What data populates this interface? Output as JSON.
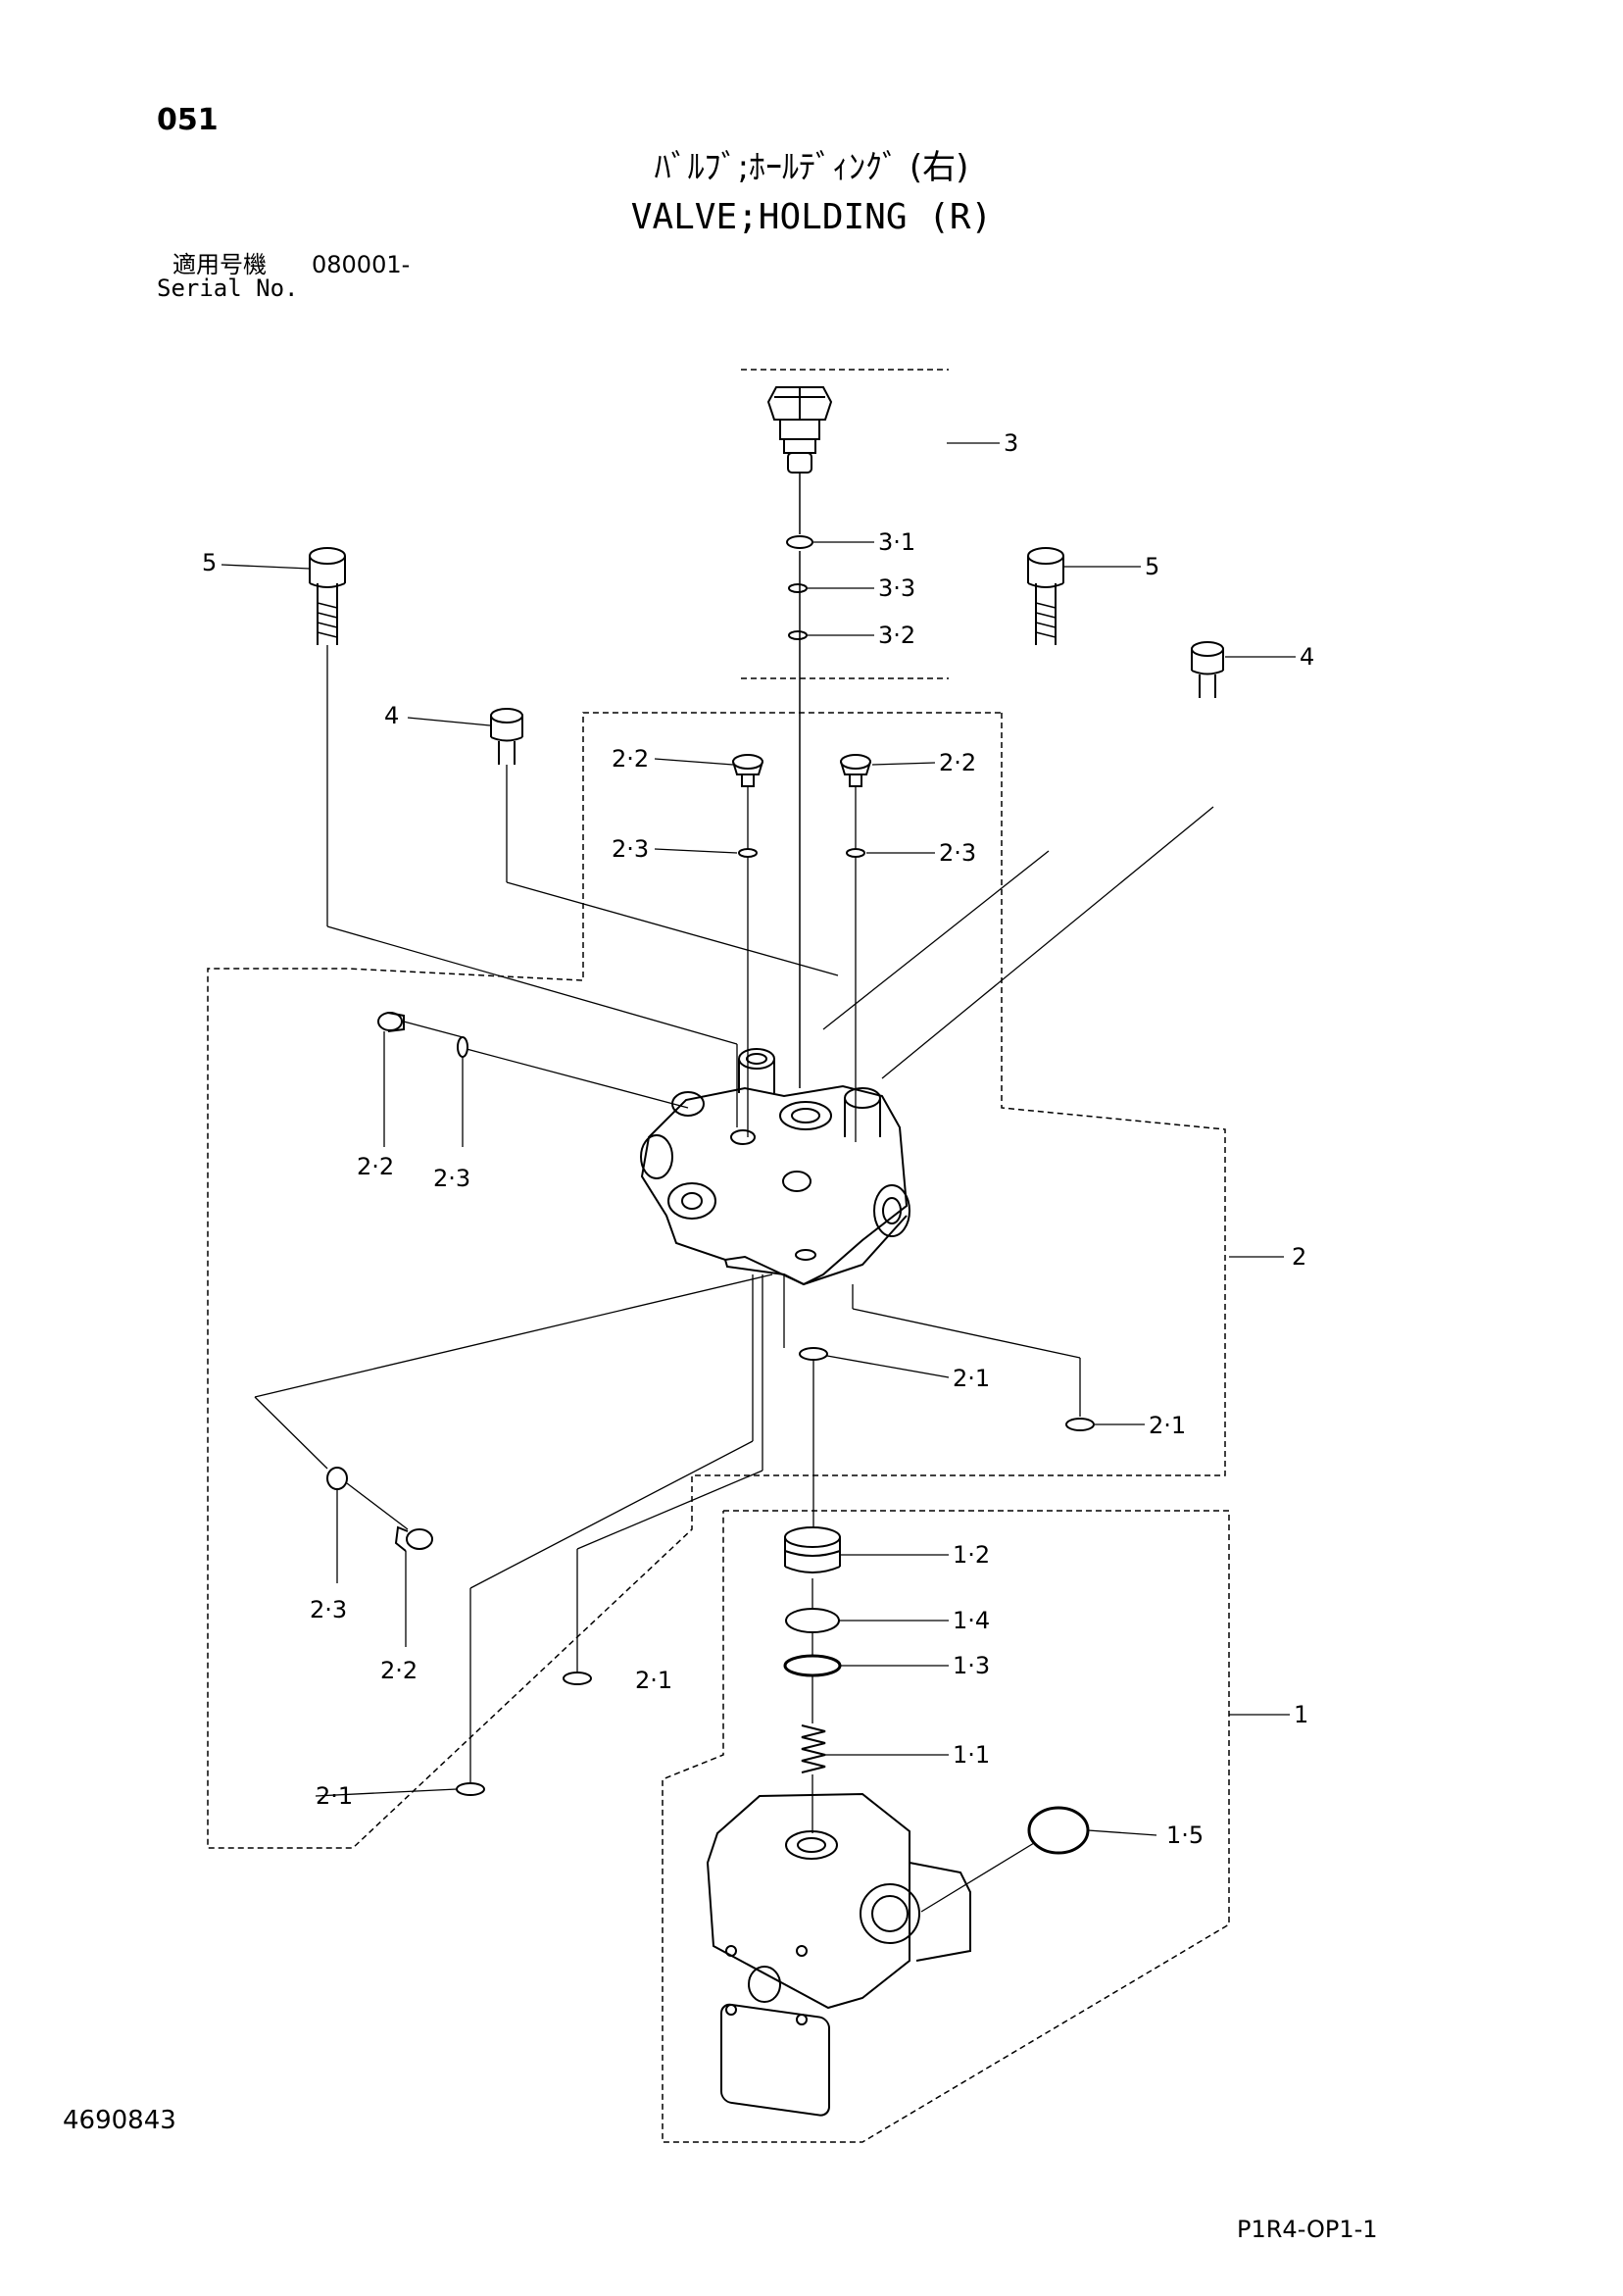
{
  "header": {
    "page_number": "051",
    "title_jp": "ﾊﾞﾙﾌﾞ;ﾎｰﾙﾃﾞｨﾝｸﾞ (右)",
    "title_en": "VALVE;HOLDING (R)",
    "serial_label_jp": "適用号機",
    "serial_value": "080001-",
    "serial_label_en": "Serial No."
  },
  "footer": {
    "document_id": "4690843",
    "sheet_code": "P1R4-OP1-1"
  },
  "callouts": {
    "c3": "3",
    "c3_1": "3·1",
    "c3_3": "3·3",
    "c3_2": "3·2",
    "c5_left": "5",
    "c5_right": "5",
    "c4_right": "4",
    "c4_left": "4",
    "c2_2_a": "2·2",
    "c2_2_b": "2·2",
    "c2_3_a": "2·3",
    "c2_3_b": "2·3",
    "c2_2_c": "2·2",
    "c2_3_c": "2·3",
    "c2": "2",
    "c2_1_a": "2·1",
    "c2_1_b": "2·1",
    "c2_3_d": "2·3",
    "c2_2_d": "2·2",
    "c2_1_c": "2·1",
    "c2_1_d": "2·1",
    "c1_2": "1·2",
    "c1_4": "1·4",
    "c1_3": "1·3",
    "c1": "1",
    "c1_1": "1·1",
    "c1_5": "1·5"
  }
}
